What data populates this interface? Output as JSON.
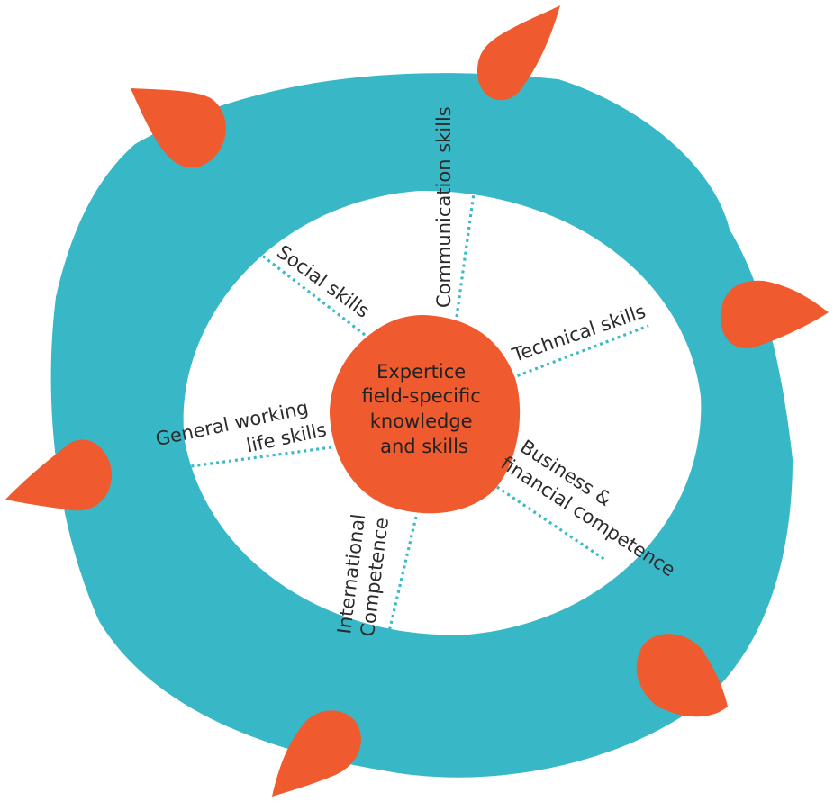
{
  "colors": {
    "ring": "#38b8c7",
    "accent": "#ef5b2e",
    "spoke": "#3bb9c6",
    "background": "#ffffff"
  },
  "center": {
    "lines": [
      "Expertice",
      "field-specific",
      "knowledge",
      "and skills"
    ]
  },
  "spokes": [
    {
      "id": "communication",
      "lines": [
        "Communication skills"
      ]
    },
    {
      "id": "social",
      "lines": [
        "Social skills"
      ]
    },
    {
      "id": "technical",
      "lines": [
        "Technical skills"
      ]
    },
    {
      "id": "general",
      "lines": [
        "General working",
        "life skills"
      ]
    },
    {
      "id": "business",
      "lines": [
        "Business &",
        "financial competence"
      ]
    },
    {
      "id": "international",
      "lines": [
        "International",
        "Competence"
      ]
    }
  ]
}
